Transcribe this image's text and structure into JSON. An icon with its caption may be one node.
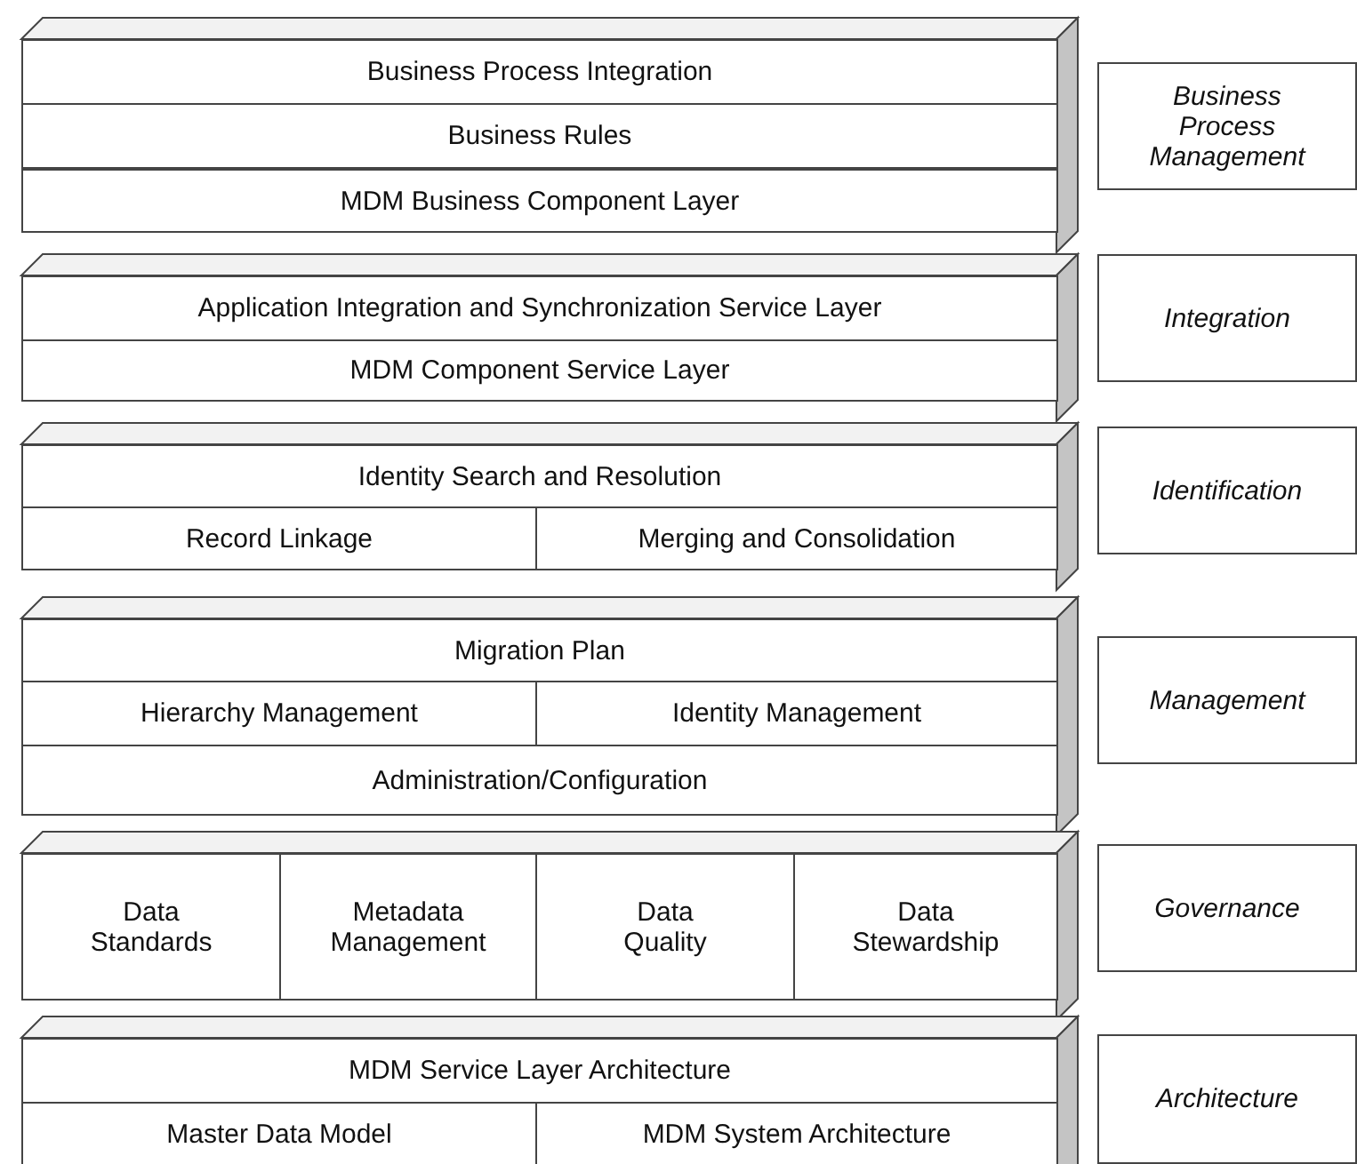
{
  "diagram": {
    "nodes": [
      {
        "text": [
          "Business Process Integration"
        ]
      },
      {
        "text": [
          "Business Rules"
        ]
      },
      {
        "text": [
          "MDM Business Component Layer"
        ]
      },
      {
        "text": [
          "Business Process Management"
        ]
      },
      {
        "text": [
          "Application Integration and Synchronization Service Layer"
        ]
      },
      {
        "text": [
          "MDM Component Service Layer"
        ]
      },
      {
        "text": [
          "Integration"
        ]
      },
      {
        "text": [
          "Identity Search and Resolution"
        ]
      },
      {
        "text": [
          "Record Linkage"
        ]
      },
      {
        "text": [
          "Merging and Consolidation"
        ]
      },
      {
        "text": [
          "Identification"
        ]
      },
      {
        "text": [
          "Migration Plan"
        ]
      },
      {
        "text": [
          "Hierarchy Management"
        ]
      },
      {
        "text": [
          "Identity Management"
        ]
      },
      {
        "text": [
          "Administration/Configuration"
        ]
      },
      {
        "text": [
          "Management"
        ]
      },
      {
        "text": [
          "Data Standards"
        ]
      },
      {
        "text": [
          "Metadata Management"
        ]
      },
      {
        "text": [
          "Data Quality"
        ]
      },
      {
        "text": [
          "Data Stewardship"
        ]
      },
      {
        "text": [
          "Governance"
        ]
      },
      {
        "text": [
          "MDM Service Layer Architecture"
        ]
      },
      {
        "text": [
          "Master Data Model"
        ]
      },
      {
        "text": [
          "MDM System Architecture"
        ]
      },
      {
        "text": [
          "Architecture"
        ]
      }
    ]
  }
}
